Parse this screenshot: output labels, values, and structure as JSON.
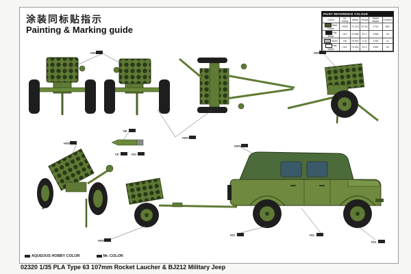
{
  "header": {
    "title_cn": "涂装同标贴指示",
    "title_en": "Painting & Marking guide"
  },
  "footer": {
    "code_title": "02320 1/35 PLA Type 63 107mm Rocket Laucher & BJ212 Military Jeep"
  },
  "legend": {
    "aqueous": "AQUEOUS HOBBY COLOR",
    "mr": "Mr. COLOR"
  },
  "paint_ref": {
    "title": "PAINT REFERENCE COLOUR",
    "headers": [
      "Colour",
      "Mr. Hobby",
      "Vallejo",
      "Tamiya",
      "Model Master",
      "Humbrol"
    ],
    "rows": [
      {
        "name": "Dark Green",
        "swatch": "#4a5a2e",
        "codes": [
          "H320",
          "C320",
          "71.013",
          "XF-61",
          "1710",
          "N/A"
        ]
      },
      {
        "name": "Flat Black",
        "swatch": "#1c1c1c",
        "codes": [
          "H12",
          "C33",
          "70.950",
          "XF-1",
          "4768",
          "33"
        ]
      },
      {
        "name": "Silver",
        "swatch": "#b8b8b8",
        "codes": [
          "H8",
          "C8",
          "70.997",
          "X-11",
          "1790",
          "11"
        ]
      },
      {
        "name": "Flat White",
        "swatch": "#f0f0f0",
        "codes": [
          "H11",
          "C62",
          "70.951",
          "XF-2",
          "4769",
          "34"
        ]
      }
    ]
  },
  "callouts": {
    "c1": "H320",
    "c2": "H320",
    "c3": "H320",
    "c4": "H320",
    "c5": "H8",
    "c6": "C8",
    "c7": "H12",
    "c8": "H320",
    "c9": "H320",
    "c10": "H12",
    "c11": "H11",
    "c12": "H12"
  },
  "colors": {
    "olive": "#5f7a34",
    "olive_dark": "#3d5222",
    "olive_light": "#86a04e",
    "tire": "#1e1e1e",
    "canvas": "#4c6b3a"
  }
}
